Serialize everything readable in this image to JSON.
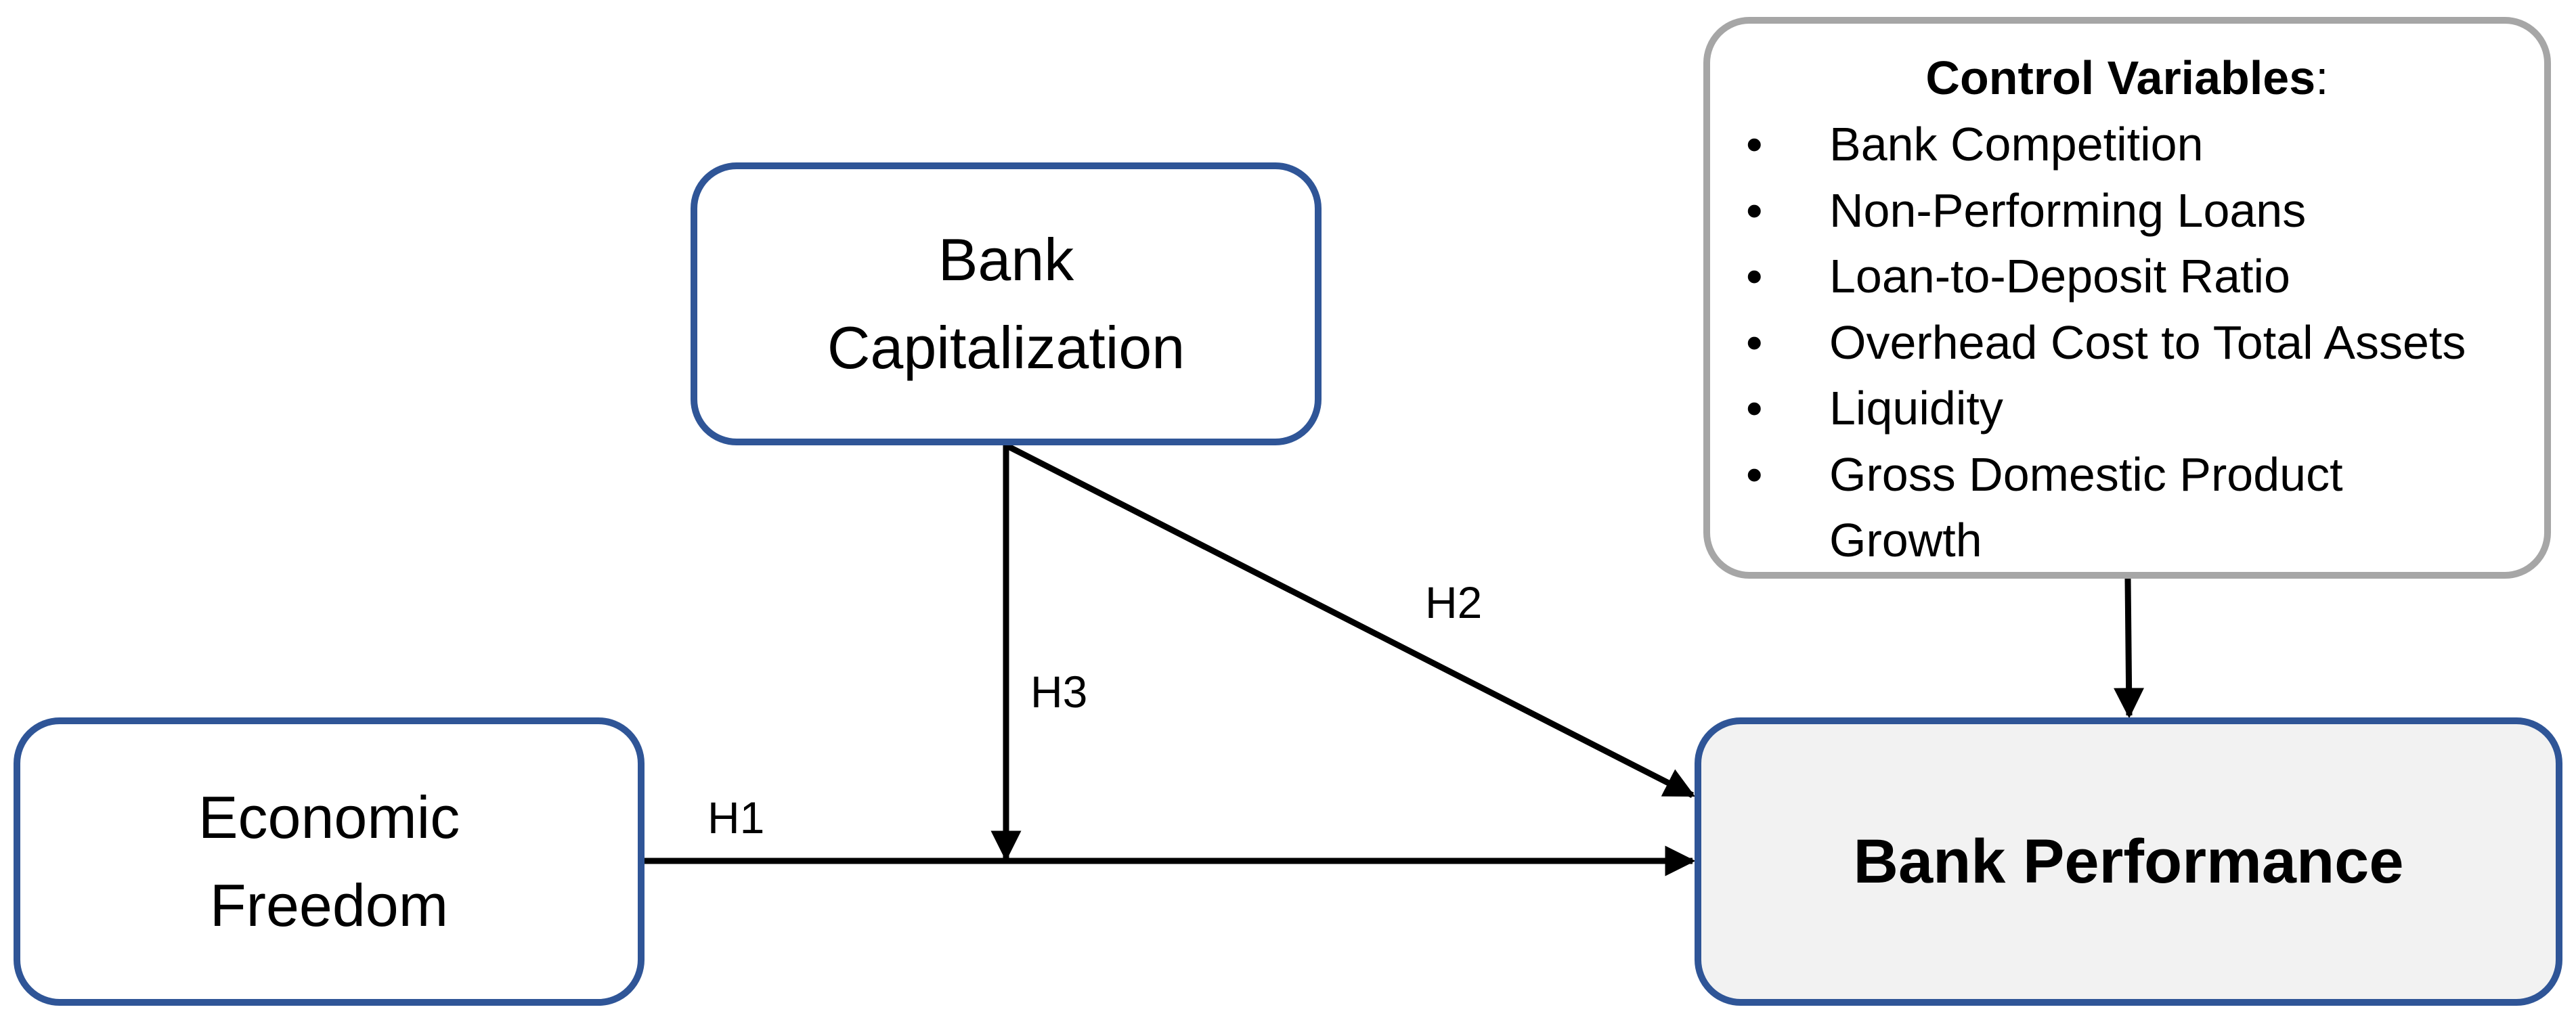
{
  "nodes": {
    "capitalization": {
      "lines": [
        "Bank",
        "Capitalization"
      ]
    },
    "freedom": {
      "lines": [
        "Economic",
        "Freedom"
      ]
    },
    "performance": {
      "label": "Bank Performance"
    },
    "controls": {
      "title": "Control Variables",
      "title_suffix": ":",
      "bullet": "•",
      "items": [
        "Bank Competition",
        "Non-Performing Loans",
        "Loan-to-Deposit Ratio",
        "Overhead Cost to Total Assets",
        "Liquidity",
        "Gross Domestic Product"
      ],
      "last_item_continuation": "Growth"
    }
  },
  "hypotheses": {
    "h1": "H1",
    "h2": "H2",
    "h3": "H3"
  },
  "edges": [
    {
      "from": "Economic Freedom",
      "to": "Bank Performance",
      "label": "H1"
    },
    {
      "from": "Bank Capitalization",
      "to": "Bank Performance",
      "label": "H2"
    },
    {
      "from": "Bank Capitalization",
      "to": "H1 path",
      "label": "H3"
    },
    {
      "from": "Control Variables",
      "to": "Bank Performance",
      "label": ""
    }
  ],
  "colors": {
    "node_border": "#2f5597",
    "control_border": "#a6a6a6",
    "performance_fill": "#f2f2f2",
    "arrow": "#000000"
  }
}
